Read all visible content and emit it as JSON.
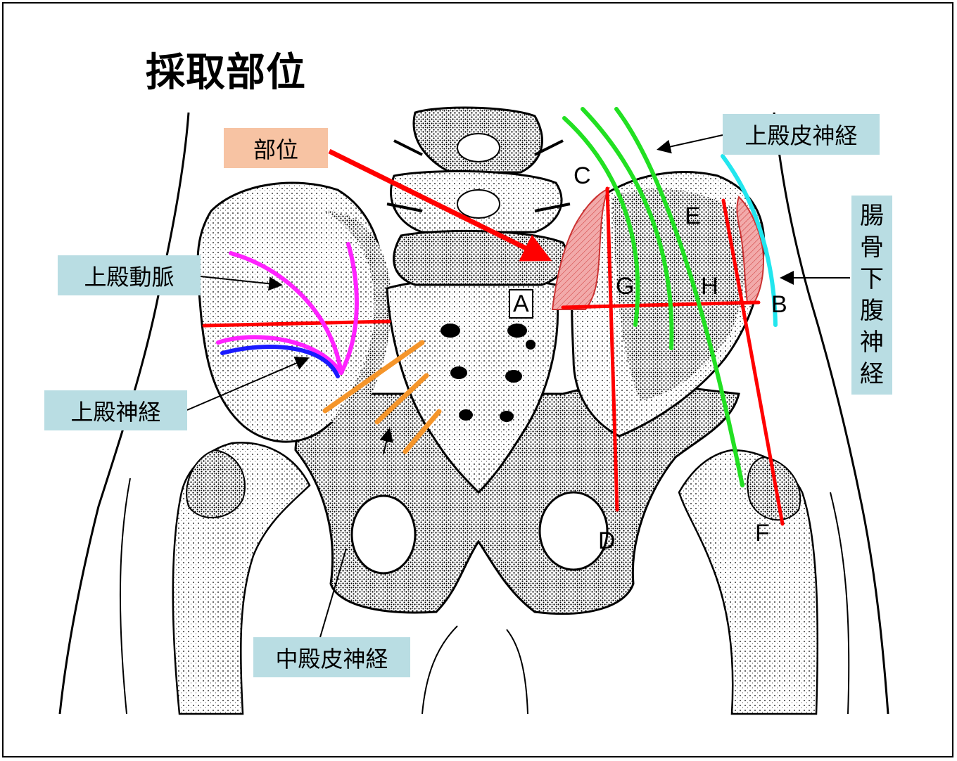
{
  "title": "採取部位",
  "labels": {
    "site": "部位",
    "superior_cluneal_nerve": "上殿皮神経",
    "superior_gluteal_artery": "上殿動脈",
    "superior_gluteal_nerve": "上殿神経",
    "middle_cluneal_nerve": "中殿皮神経",
    "iliohypogastric_nerve": [
      "腸",
      "骨",
      "下",
      "腹",
      "神",
      "経"
    ]
  },
  "points": {
    "A": "A",
    "B": "B",
    "C": "C",
    "D": "D",
    "E": "E",
    "F": "F",
    "G": "G",
    "H": "H"
  },
  "colors": {
    "red": "#ff0000",
    "green": "#22e022",
    "magenta": "#ff22ff",
    "blue": "#1a1aff",
    "orange": "#f5952a",
    "cyan": "#22e6ee",
    "label_bg": "#b9dde3",
    "site_label_bg": "#f7c3a3",
    "harvest_area": "#f2aaaa"
  }
}
